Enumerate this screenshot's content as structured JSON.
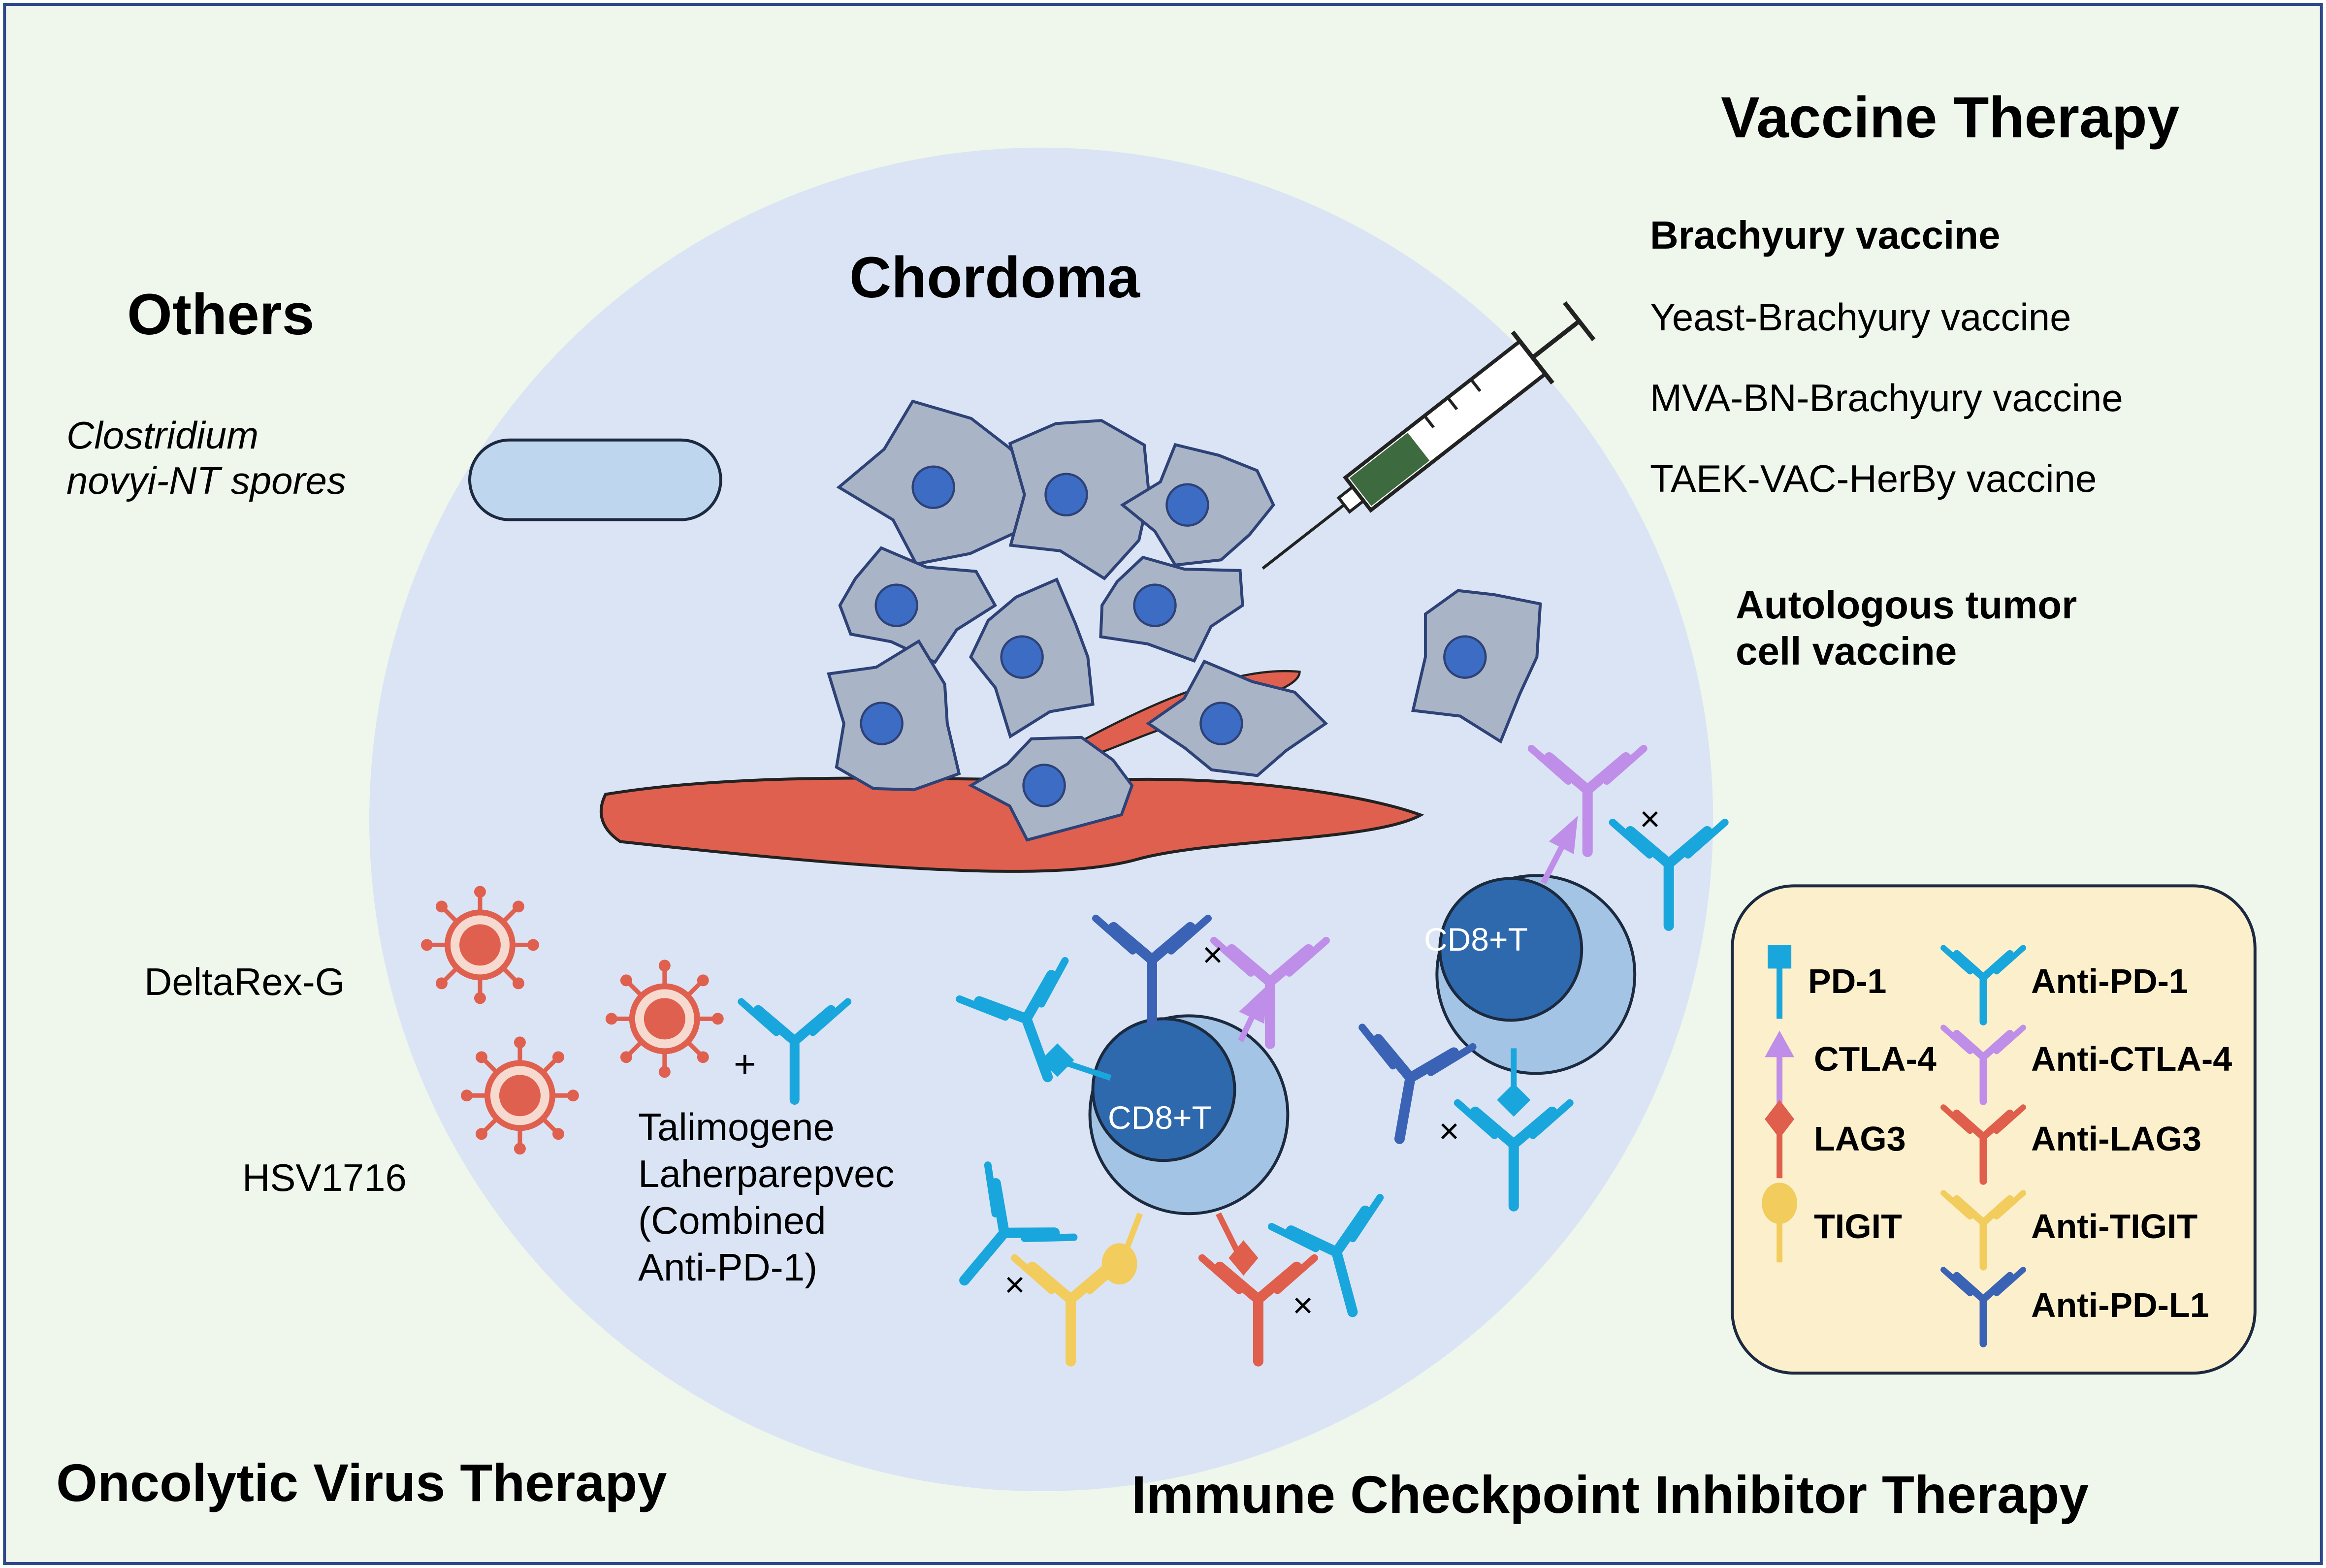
{
  "colors": {
    "background": "#eff6ec",
    "frame": "#2e4a8a",
    "tumor_circle": "#dae4f4",
    "cell_fill": "#a9b4c6",
    "cell_stroke": "#2e4277",
    "nucleus": "#3d6cc4",
    "vessel": "#e0604f",
    "virus": "#e0604f",
    "pd1": "#19a6dd",
    "ctla4": "#bf8ee8",
    "lag3": "#df5e4c",
    "tigit": "#f3cc5e",
    "pdl1": "#3b63b5",
    "tcell_outer": "#a4c4e6",
    "tcell_inner": "#2e69ad",
    "legend_fill": "#fcf0cc",
    "syringe_liquid": "#3d6a3e"
  },
  "sections": {
    "vaccine": "Vaccine Therapy",
    "others": "Others",
    "oncolytic": "Oncolytic Virus Therapy",
    "checkpoint": "Immune Checkpoint Inhibitor Therapy",
    "tumor": "Chordoma"
  },
  "vaccine": {
    "brachyury_heading": "Brachyury vaccine",
    "items": [
      "Yeast-Brachyury vaccine",
      "MVA-BN-Brachyury vaccine",
      "TAEK-VAC-HerBy vaccine"
    ],
    "autologous_line1": "Autologous tumor",
    "autologous_line2": "cell vaccine"
  },
  "others": {
    "line1": "Clostridium",
    "line2": "novyi-NT spores"
  },
  "oncolytic": {
    "deltarex": "DeltaRex-G",
    "hsv": "HSV1716",
    "plus": "+",
    "talimogene": [
      "Talimogene",
      "Laherparepvec",
      "(Combined",
      "Anti-PD-1)"
    ]
  },
  "tcell_label": "CD8+T",
  "cross": "×",
  "legend": {
    "pd1": "PD-1",
    "ctla4": "CTLA-4",
    "lag3": "LAG3",
    "tigit": "TIGIT",
    "anti_pd1": "Anti-PD-1",
    "anti_ctla4": "Anti-CTLA-4",
    "anti_lag3": "Anti-LAG3",
    "anti_tigit": "Anti-TIGIT",
    "anti_pdl1": "Anti-PD-L1"
  }
}
